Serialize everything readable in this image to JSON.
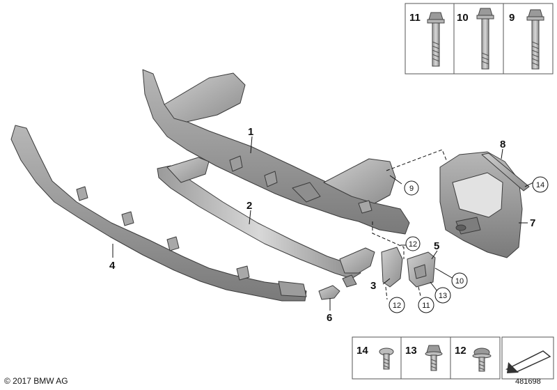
{
  "callouts": {
    "p1": "1",
    "p2": "2",
    "p3": "3",
    "p4": "4",
    "p5": "5",
    "p6": "6",
    "p7": "7",
    "p8": "8",
    "c9": "9",
    "c10": "10",
    "c11": "11",
    "c12a": "12",
    "c12b": "12",
    "c13": "13",
    "c14": "14"
  },
  "fastener_box_top": {
    "items": [
      "11",
      "10",
      "9"
    ]
  },
  "fastener_box_bottom": {
    "items": [
      "14",
      "13",
      "12"
    ]
  },
  "footer": {
    "copyright": "© 2017 BMW AG",
    "diagram_number": "481698"
  }
}
